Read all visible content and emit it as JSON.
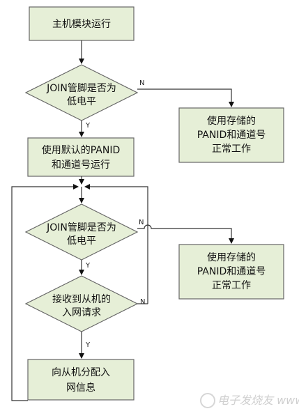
{
  "flowchart": {
    "start": "主机模块运行",
    "decision1": {
      "line1": "JOIN管脚是否为",
      "line2": "低电平"
    },
    "stored1": {
      "line1": "使用存储的",
      "line2": "PANID和通道号",
      "line3": "正常工作"
    },
    "default_run": {
      "line1": "使用默认的PANID",
      "line2": "和通道号运行"
    },
    "decision2": {
      "line1": "JOIN管脚是否为",
      "line2": "低电平"
    },
    "stored2": {
      "line1": "使用存储的",
      "line2": "PANID和通道号",
      "line3": "正常工作"
    },
    "decision3": {
      "line1": "接收到从机的",
      "line2": "入网请求"
    },
    "assign": {
      "line1": "向从机分配入",
      "line2": "网信息"
    },
    "labels": {
      "yes": "Y",
      "no": "N"
    }
  },
  "watermark": "电子发烧友 www.elecfans.com",
  "colors": {
    "box_fill": "#e6efd7",
    "stroke": "#555555"
  }
}
